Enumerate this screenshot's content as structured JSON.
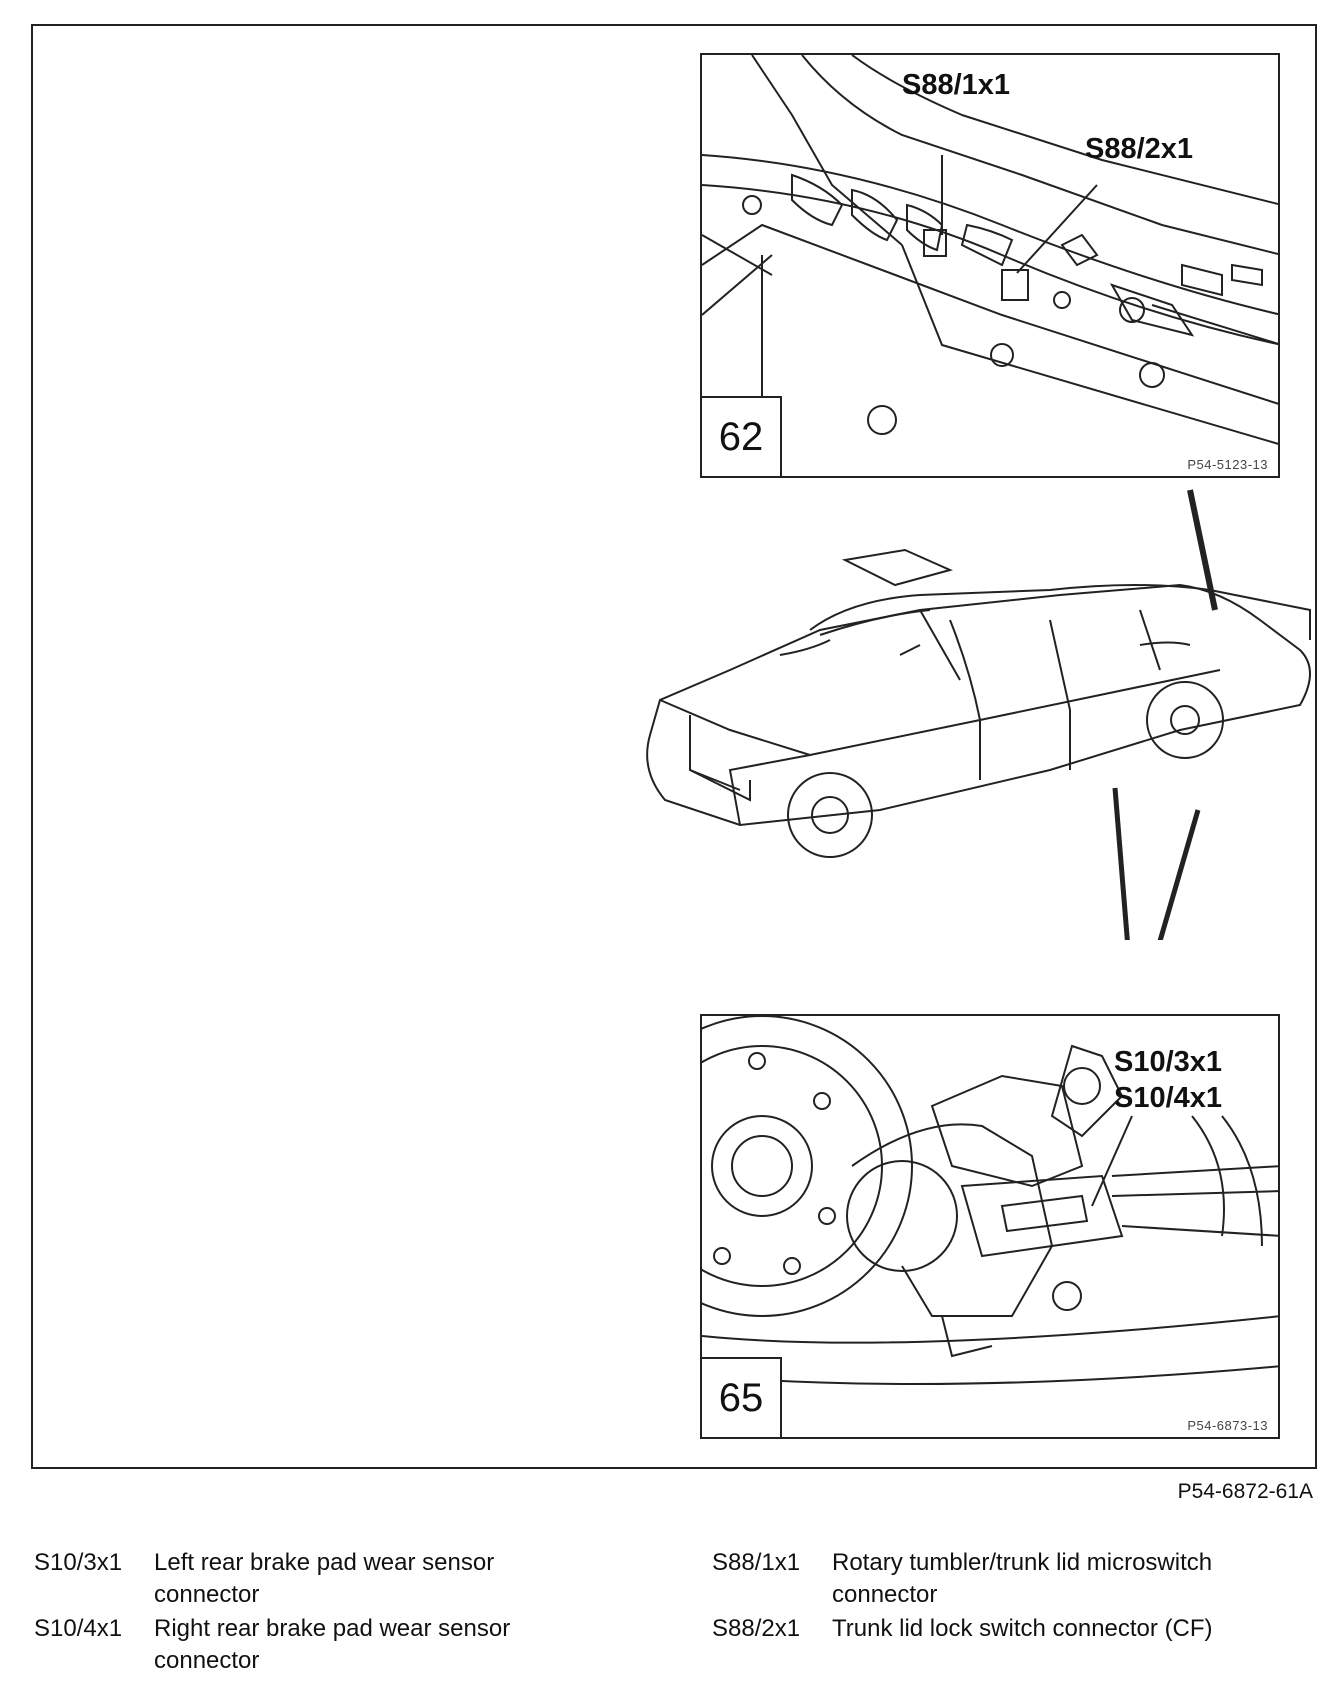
{
  "figure_code": "P54-6872-61A",
  "inset_top": {
    "number": "62",
    "code": "P54-5123-13",
    "callouts": [
      "S88/1x1",
      "S88/2x1"
    ]
  },
  "inset_bottom": {
    "number": "65",
    "code": "P54-6873-13",
    "callouts": [
      "S10/3x1",
      "S10/4x1"
    ]
  },
  "legend": [
    {
      "code": "S10/3x1",
      "description": "Left rear brake pad wear sensor connector"
    },
    {
      "code": "S10/4x1",
      "description": "Right rear brake pad wear sensor connector"
    },
    {
      "code": "S88/1x1",
      "description": "Rotary tumbler/trunk lid microswitch connector"
    },
    {
      "code": "S88/2x1",
      "description": "Trunk lid lock switch connector (CF)"
    }
  ]
}
